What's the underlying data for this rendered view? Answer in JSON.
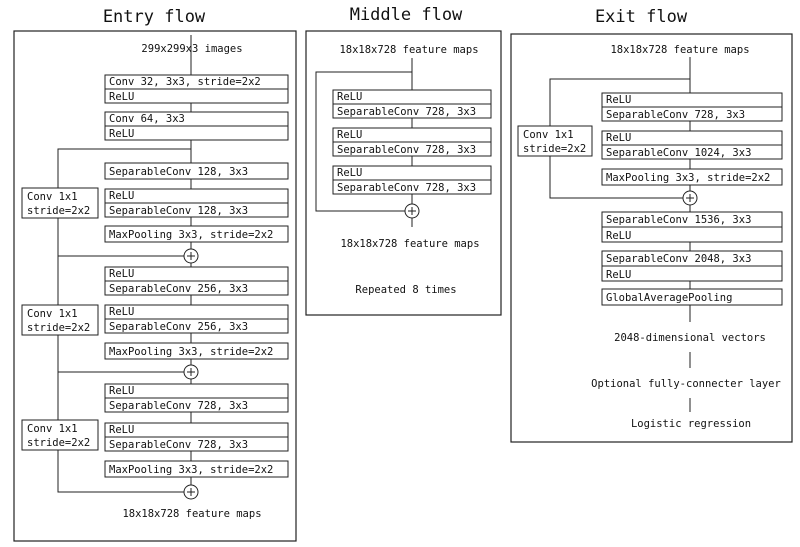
{
  "titles": {
    "entry": "Entry flow",
    "middle": "Middle flow",
    "exit": "Exit flow"
  },
  "entry": {
    "input_label": "299x299x3 images",
    "conv1": [
      "Conv 32, 3x3, stride=2x2",
      "ReLU"
    ],
    "conv2": [
      "Conv 64, 3x3",
      "ReLU"
    ],
    "block1": [
      "SeparableConv 128, 3x3",
      "ReLU",
      "SeparableConv 128, 3x3",
      "MaxPooling 3x3, stride=2x2"
    ],
    "block2": [
      "ReLU",
      "SeparableConv 256, 3x3",
      "ReLU",
      "SeparableConv 256, 3x3",
      "MaxPooling 3x3, stride=2x2"
    ],
    "block3": [
      "ReLU",
      "SeparableConv 728, 3x3",
      "ReLU",
      "SeparableConv 728, 3x3",
      "MaxPooling 3x3, stride=2x2"
    ],
    "shortcut": [
      "Conv 1x1",
      "stride=2x2"
    ],
    "output_label": "18x18x728 feature maps"
  },
  "middle": {
    "input_label": "18x18x728 feature maps",
    "layers": [
      "ReLU",
      "SeparableConv 728, 3x3"
    ],
    "output_label": "18x18x728 feature maps",
    "repeat_label": "Repeated 8 times"
  },
  "exit": {
    "input_label": "18x18x728 feature maps",
    "block": [
      "ReLU",
      "SeparableConv 728, 3x3",
      "ReLU",
      "SeparableConv 1024, 3x3",
      "MaxPooling 3x3, stride=2x2"
    ],
    "shortcut": [
      "Conv 1x1",
      "stride=2x2"
    ],
    "tail": [
      "SeparableConv 1536, 3x3",
      "ReLU",
      "SeparableConv 2048, 3x3",
      "ReLU",
      "GlobalAveragePooling"
    ],
    "vectors_label": "2048-dimensional vectors",
    "fc_label": "Optional fully-connecter layer",
    "logistic_label": "Logistic regression"
  }
}
